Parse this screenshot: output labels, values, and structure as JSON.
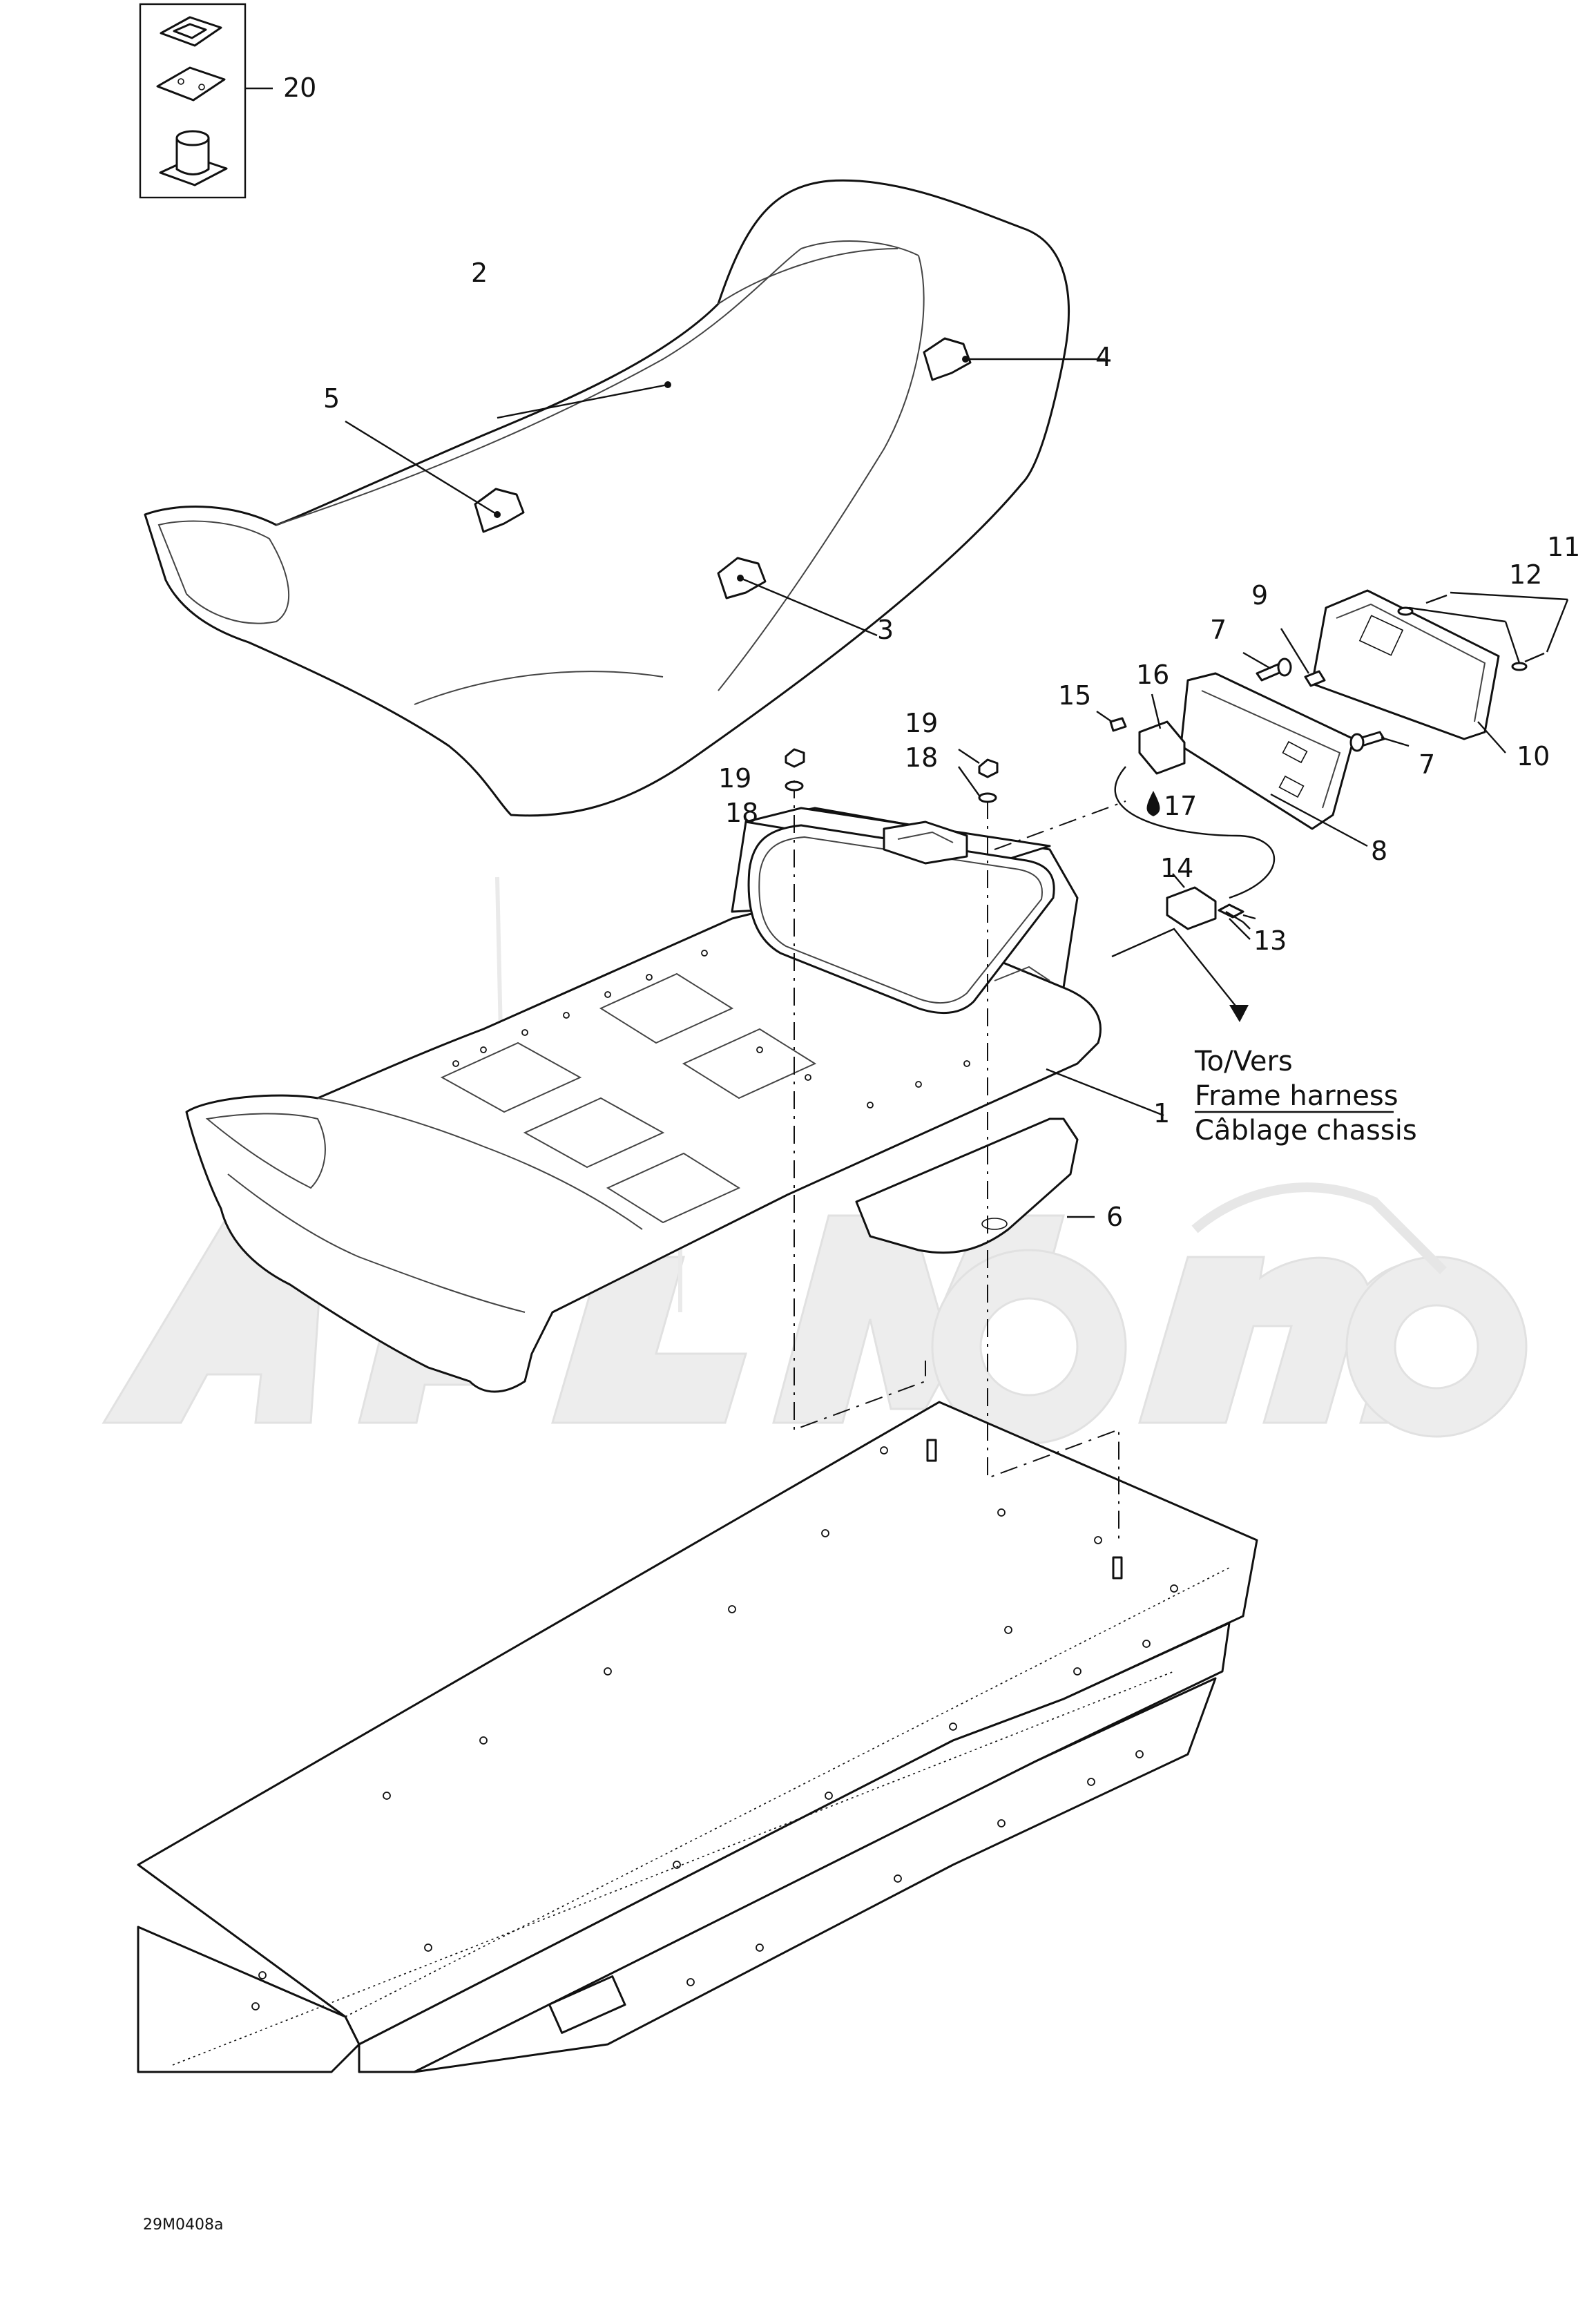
{
  "diagram": {
    "drawing_code": "29M0408a",
    "callouts": [
      {
        "id": "c1",
        "text": "1"
      },
      {
        "id": "c2",
        "text": "2"
      },
      {
        "id": "c3",
        "text": "3"
      },
      {
        "id": "c4",
        "text": "4"
      },
      {
        "id": "c5",
        "text": "5"
      },
      {
        "id": "c6",
        "text": "6"
      },
      {
        "id": "c7a",
        "text": "7"
      },
      {
        "id": "c7b",
        "text": "7"
      },
      {
        "id": "c8",
        "text": "8"
      },
      {
        "id": "c9",
        "text": "9"
      },
      {
        "id": "c10",
        "text": "10"
      },
      {
        "id": "c11",
        "text": "11"
      },
      {
        "id": "c12",
        "text": "12"
      },
      {
        "id": "c13",
        "text": "13"
      },
      {
        "id": "c14",
        "text": "14"
      },
      {
        "id": "c15",
        "text": "15"
      },
      {
        "id": "c16",
        "text": "16"
      },
      {
        "id": "c17",
        "text": "17"
      },
      {
        "id": "c18a",
        "text": "18"
      },
      {
        "id": "c18b",
        "text": "18"
      },
      {
        "id": "c19a",
        "text": "19"
      },
      {
        "id": "c19b",
        "text": "19"
      },
      {
        "id": "c20",
        "text": "20"
      }
    ],
    "harness_note": {
      "line1": "To/Vers",
      "line2": "Frame harness",
      "line3": "Câblage chassis"
    }
  }
}
